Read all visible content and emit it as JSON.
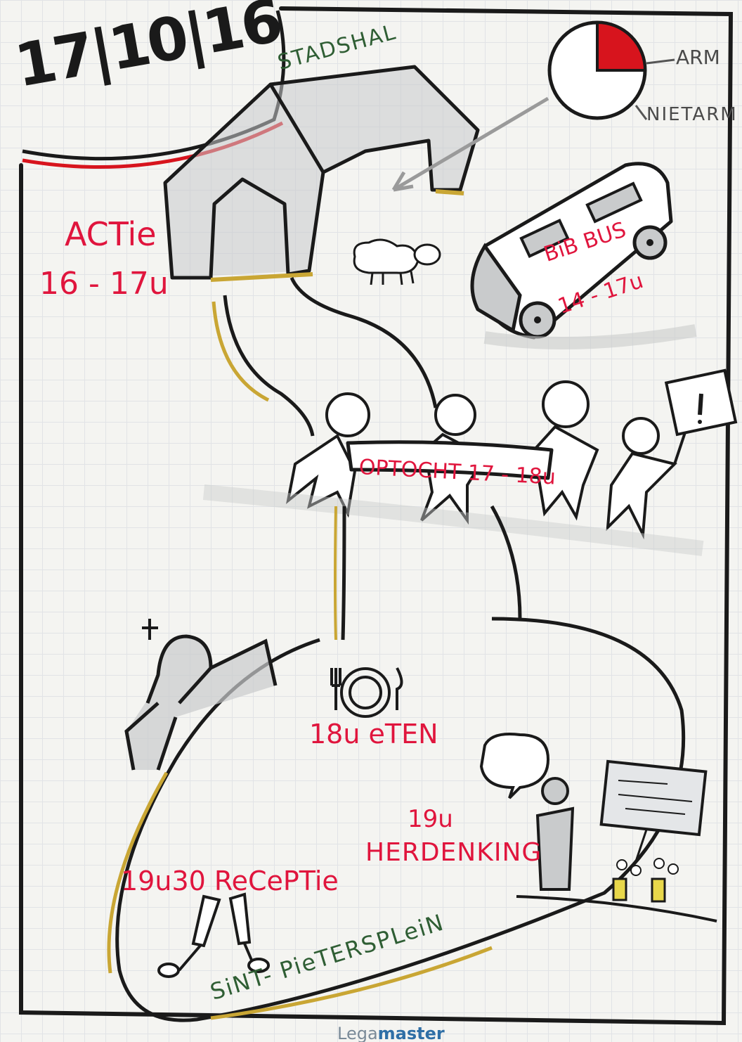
{
  "date": "17|10|16",
  "labels": {
    "stadshal": "STADSHAL",
    "arm": "ARM",
    "niet_arm": "NIETARM",
    "actie": "ACTie",
    "actie_time": "16 - 17u",
    "bib_bus": "BiB BUS",
    "bib_bus_time": "14 - 17u",
    "optocht": "OPTOCHT 17 - 18u",
    "eten": "18u eTEN",
    "herdenking_time": "19u",
    "herdenking": "HERDENKING",
    "receptie": "19u30 ReCePTie",
    "sint_pietersplein": "SiNT- PieTERSPLeiN"
  },
  "brand": {
    "prefix": "Lega",
    "suffix": "master"
  },
  "pie": {
    "arm_fraction": 0.25,
    "colors": {
      "arm": "#d7141d",
      "niet_arm": "#ffffff"
    }
  },
  "colors": {
    "marker_red": "#e0153d",
    "marker_green": "#2f5e34",
    "marker_black": "#1a1a1a",
    "shadow_gold": "#c9a634",
    "shadow_grey": "#c9cbcc"
  },
  "icons": [
    "building-icon",
    "pie-chart-icon",
    "arrow-icon",
    "sheep-icon",
    "bus-icon",
    "person-icon",
    "banner-icon",
    "protest-sign-icon",
    "church-icon",
    "plate-cutlery-icon",
    "speech-bubble-icon",
    "lectern-icon",
    "screen-icon",
    "flower-pot-icon",
    "champagne-glass-icon"
  ]
}
